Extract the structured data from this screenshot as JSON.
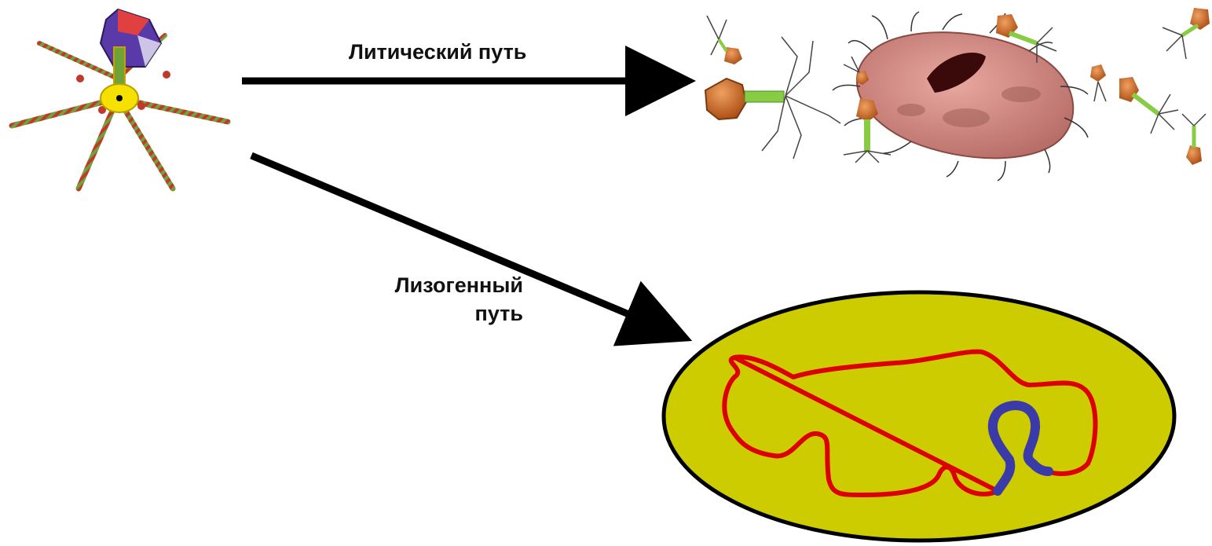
{
  "labels": {
    "lytic_pathway": "Литический путь",
    "lysogenic_line1": "Лизогенный",
    "lysogenic_line2": "путь"
  },
  "icons": {
    "phage": "bacteriophage-icon",
    "lytic_result": "lysed-bacterium-with-phages-icon",
    "lysogenic_result": "bacterium-with-integrated-prophage-icon"
  },
  "colors": {
    "arrow": "#000000",
    "cell_fill": "#cccc00",
    "host_dna": "#dd0000",
    "prophage_dna": "#3a3aa8",
    "bacterium_body": "#d9928c",
    "phage_head": "#d2691e",
    "phage_tail": "#88cc44"
  }
}
